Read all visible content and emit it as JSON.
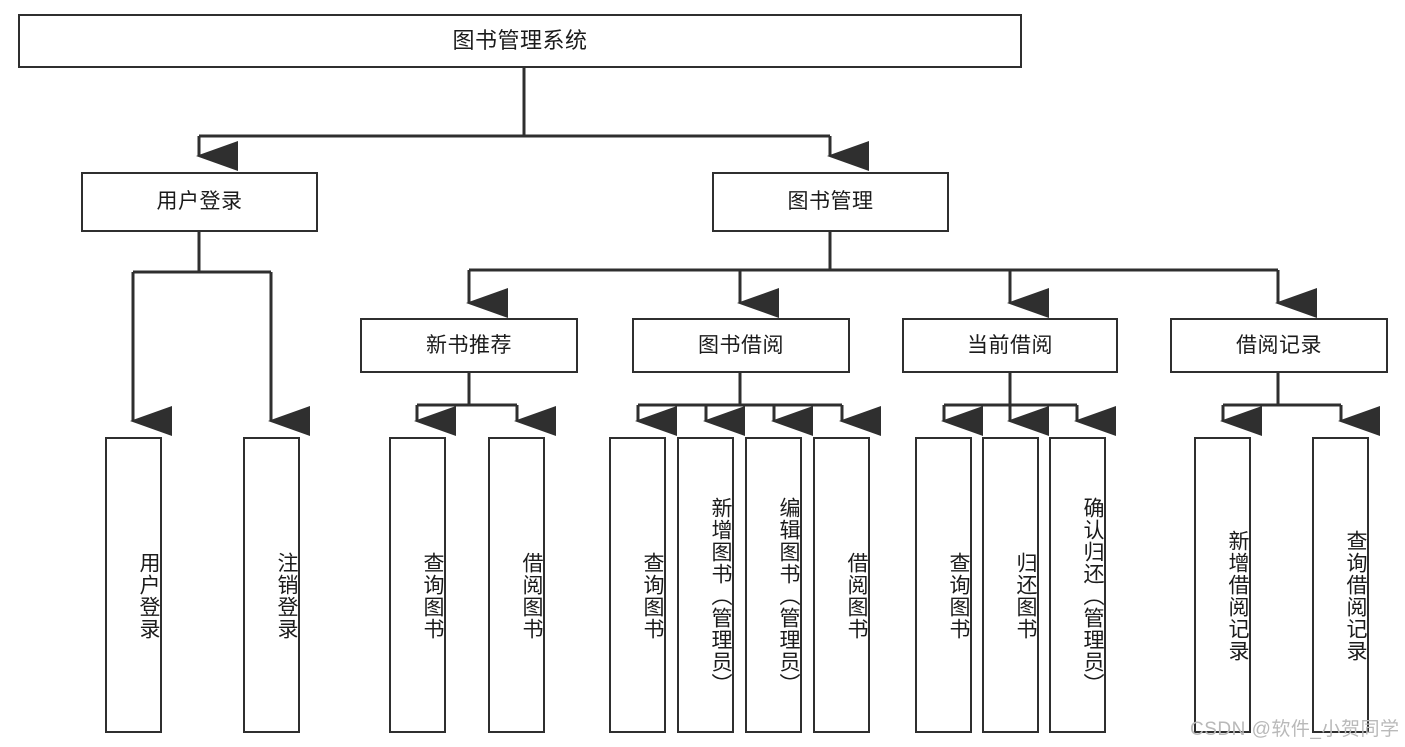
{
  "diagram": {
    "title": "图书管理系统",
    "type": "tree-hierarchy-chart",
    "watermark": "CSDN @软件_小贺同学",
    "colors": {
      "stroke": "#2f2f2f",
      "fill": "#ffffff",
      "text": "#1b1b1b",
      "watermark": "#b9b9b9"
    },
    "nodes": {
      "root": {
        "label": "图书管理系统"
      },
      "level2": [
        {
          "id": "user-login",
          "label": "用户登录"
        },
        {
          "id": "book-manage",
          "label": "图书管理"
        }
      ],
      "level3": [
        {
          "id": "new-book-recommend",
          "label": "新书推荐"
        },
        {
          "id": "book-borrow",
          "label": "图书借阅"
        },
        {
          "id": "current-borrow",
          "label": "当前借阅"
        },
        {
          "id": "borrow-record",
          "label": "借阅记录"
        }
      ],
      "leaves": {
        "user-login": [
          {
            "id": "leaf-user-login",
            "label": "用户登录"
          },
          {
            "id": "leaf-logout-login",
            "label": "注销登录"
          }
        ],
        "new-book-recommend": [
          {
            "id": "leaf-query-book-1",
            "label": "查询图书"
          },
          {
            "id": "leaf-borrow-book-1",
            "label": "借阅图书"
          }
        ],
        "book-borrow": [
          {
            "id": "leaf-query-book-2",
            "label": "查询图书"
          },
          {
            "id": "leaf-add-book",
            "label": "新增图书（管理员）"
          },
          {
            "id": "leaf-edit-book",
            "label": "编辑图书（管理员）"
          },
          {
            "id": "leaf-borrow-book-2",
            "label": "借阅图书"
          }
        ],
        "current-borrow": [
          {
            "id": "leaf-query-book-3",
            "label": "查询图书"
          },
          {
            "id": "leaf-return-book",
            "label": "归还图书"
          },
          {
            "id": "leaf-confirm-return",
            "label": "确认归还（管理员）"
          }
        ],
        "borrow-record": [
          {
            "id": "leaf-add-record",
            "label": "新增借阅记录"
          },
          {
            "id": "leaf-query-record",
            "label": "查询借阅记录"
          }
        ]
      }
    }
  }
}
